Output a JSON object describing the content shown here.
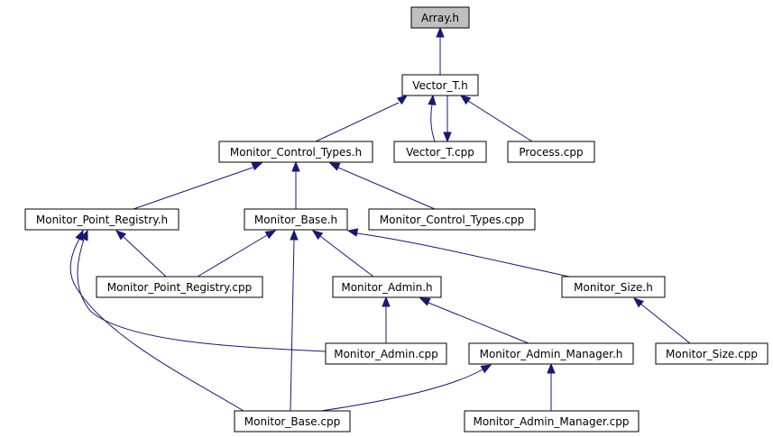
{
  "diagram": {
    "nodes": {
      "array_h": "Array.h",
      "vector_t_h": "Vector_T.h",
      "monitor_control_types_h": "Monitor_Control_Types.h",
      "vector_t_cpp": "Vector_T.cpp",
      "process_cpp": "Process.cpp",
      "monitor_point_registry_h": "Monitor_Point_Registry.h",
      "monitor_base_h": "Monitor_Base.h",
      "monitor_control_types_cpp": "Monitor_Control_Types.cpp",
      "monitor_point_registry_cpp": "Monitor_Point_Registry.cpp",
      "monitor_admin_h": "Monitor_Admin.h",
      "monitor_size_h": "Monitor_Size.h",
      "monitor_admin_cpp": "Monitor_Admin.cpp",
      "monitor_admin_manager_h": "Monitor_Admin_Manager.h",
      "monitor_size_cpp": "Monitor_Size.cpp",
      "monitor_base_cpp": "Monitor_Base.cpp",
      "monitor_admin_manager_cpp": "Monitor_Admin_Manager.cpp"
    },
    "root": "array_h",
    "colors": {
      "edge": "#191970",
      "root_fill": "#bfbfbf",
      "node_fill": "#ffffff",
      "border": "#000000"
    },
    "edges": [
      [
        "vector_t_h",
        "array_h"
      ],
      [
        "monitor_control_types_h",
        "vector_t_h"
      ],
      [
        "vector_t_cpp",
        "vector_t_h"
      ],
      [
        "vector_t_h",
        "vector_t_cpp"
      ],
      [
        "process_cpp",
        "vector_t_h"
      ],
      [
        "monitor_point_registry_h",
        "monitor_control_types_h"
      ],
      [
        "monitor_base_h",
        "monitor_control_types_h"
      ],
      [
        "monitor_control_types_cpp",
        "monitor_control_types_h"
      ],
      [
        "monitor_point_registry_cpp",
        "monitor_point_registry_h"
      ],
      [
        "monitor_admin_cpp",
        "monitor_point_registry_h"
      ],
      [
        "monitor_base_cpp",
        "monitor_point_registry_h"
      ],
      [
        "monitor_point_registry_cpp",
        "monitor_base_h"
      ],
      [
        "monitor_base_cpp",
        "monitor_base_h"
      ],
      [
        "monitor_admin_h",
        "monitor_base_h"
      ],
      [
        "monitor_size_h",
        "monitor_base_h"
      ],
      [
        "monitor_admin_cpp",
        "monitor_admin_h"
      ],
      [
        "monitor_admin_manager_h",
        "monitor_admin_h"
      ],
      [
        "monitor_size_cpp",
        "monitor_size_h"
      ],
      [
        "monitor_base_cpp",
        "monitor_admin_manager_h"
      ],
      [
        "monitor_admin_manager_cpp",
        "monitor_admin_manager_h"
      ]
    ]
  }
}
